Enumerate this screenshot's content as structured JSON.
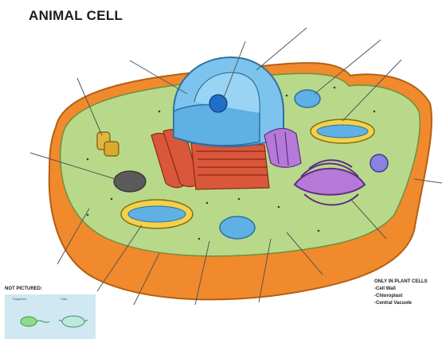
{
  "title": "ANIMAL CELL",
  "not_pictured": {
    "heading": "NOT PICTURED:",
    "items": [
      "Flagellum",
      "Cilia"
    ]
  },
  "plant_only": {
    "heading": "ONLY IN PLANT CELLS",
    "items": [
      "-Cell Wall",
      "-Chloroplast",
      "-Central Vacuole"
    ]
  },
  "colors": {
    "cytoplasm": "#b9d98a",
    "membrane": "#f08a2c",
    "nucleus": "#7cc4ee",
    "er": "#d9573a",
    "golgi": "#b57ad8",
    "mitochondria": "#f2d24a"
  }
}
